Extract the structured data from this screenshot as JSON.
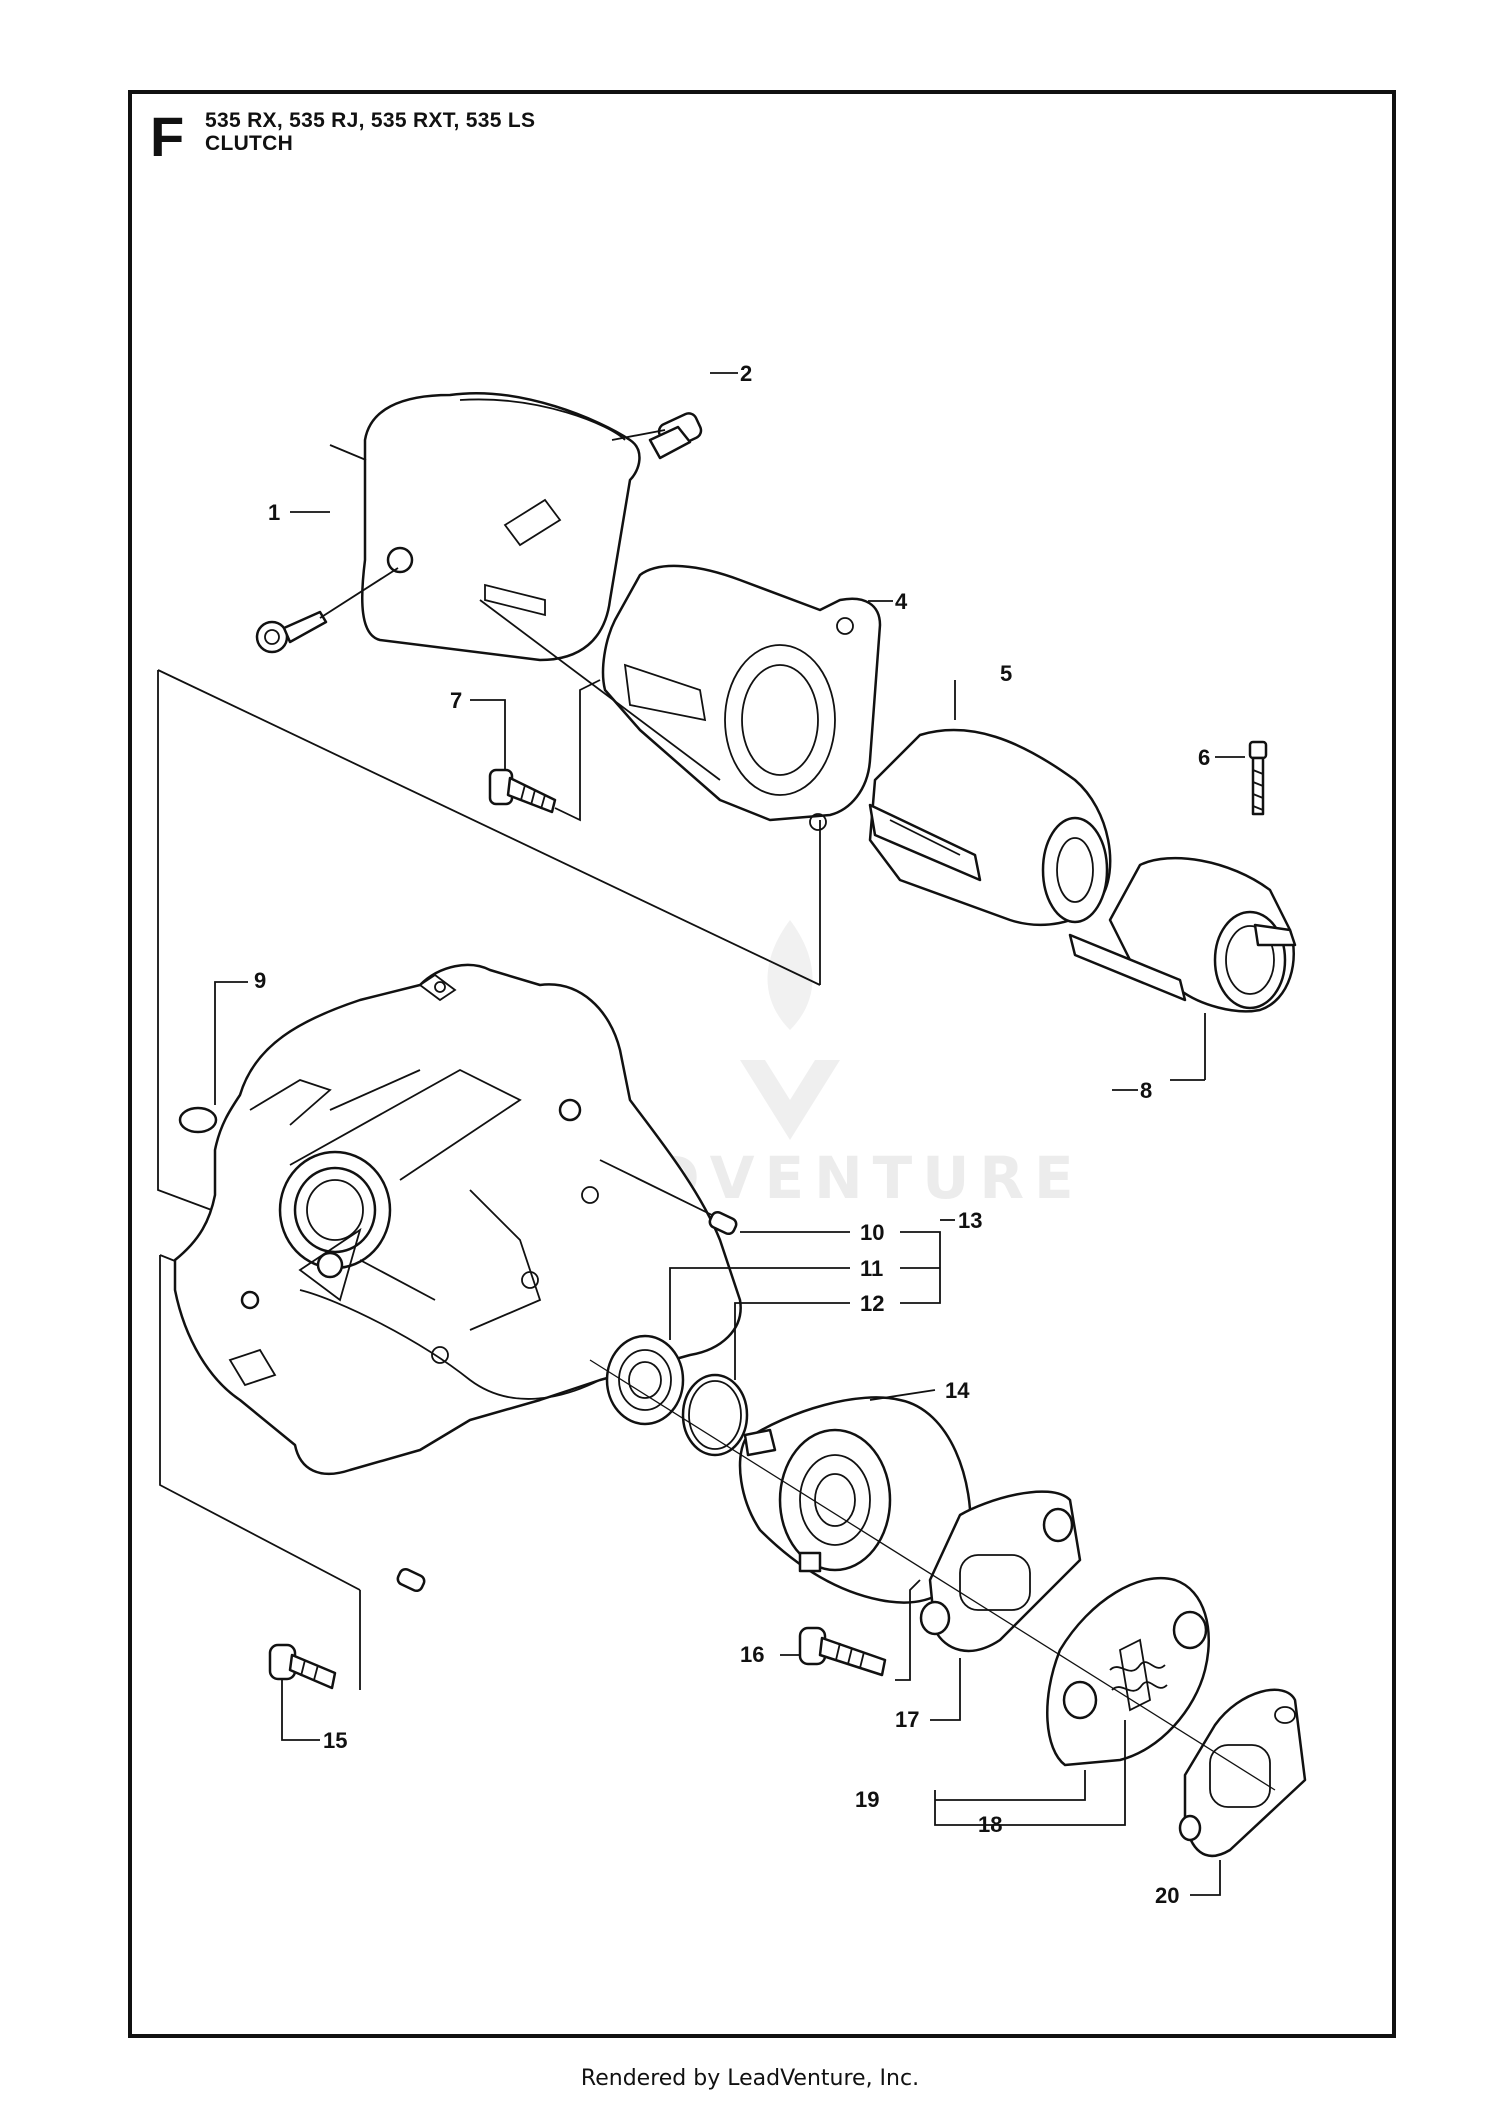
{
  "header": {
    "section_letter": "F",
    "models": "535 RX, 535 RJ, 535 RXT, 535 LS",
    "title": "CLUTCH"
  },
  "callouts": [
    "1",
    "2",
    "4",
    "5",
    "6",
    "7",
    "8",
    "9",
    "10",
    "11",
    "12",
    "13",
    "14",
    "15",
    "16",
    "17",
    "18",
    "19",
    "20"
  ],
  "watermark": "LEADVENTURE",
  "footer": "Rendered by LeadVenture, Inc."
}
